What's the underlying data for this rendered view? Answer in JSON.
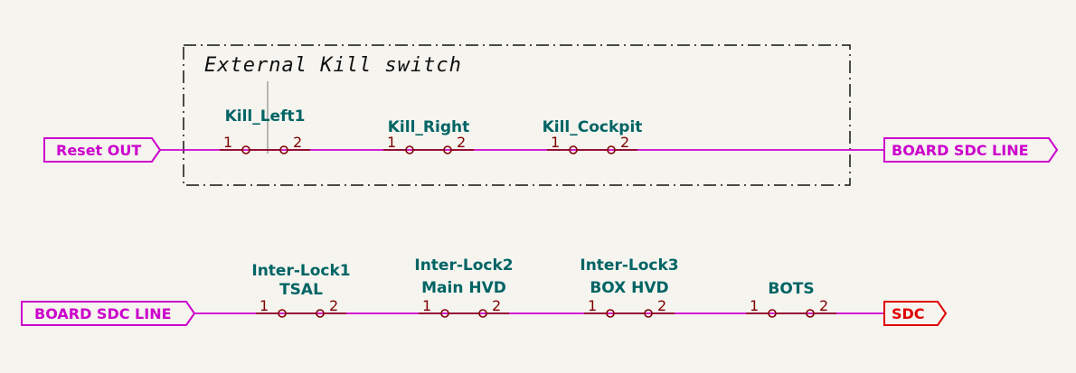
{
  "group_box": {
    "title": "External Kill switch"
  },
  "labels": {
    "reset_out": "Reset OUT",
    "board_sdc_line_top": "BOARD SDC LINE",
    "board_sdc_line_bottom": "BOARD SDC LINE",
    "sdc": "SDC"
  },
  "switches": {
    "kill_left": {
      "ref": "Kill_Left1",
      "pin1": "1",
      "pin2": "2"
    },
    "kill_right": {
      "ref": "Kill_Right",
      "pin1": "1",
      "pin2": "2"
    },
    "kill_cockpit": {
      "ref": "Kill_Cockpit",
      "pin1": "1",
      "pin2": "2"
    },
    "interlock1": {
      "ref": "Inter-Lock1",
      "value": "TSAL",
      "pin1": "1",
      "pin2": "2"
    },
    "interlock2": {
      "ref": "Inter-Lock2",
      "value": "Main HVD",
      "pin1": "1",
      "pin2": "2"
    },
    "interlock3": {
      "ref": "Inter-Lock3",
      "value": "BOX HVD",
      "pin1": "1",
      "pin2": "2"
    },
    "bots": {
      "ref": "BOTS",
      "pin1": "1",
      "pin2": "2"
    }
  },
  "colors": {
    "wire": "#cc00cc",
    "symbol": "#800000",
    "reference": "#006464",
    "global_label": "#cc00cc",
    "output_label": "#e00000",
    "background": "#f5f4ef"
  }
}
